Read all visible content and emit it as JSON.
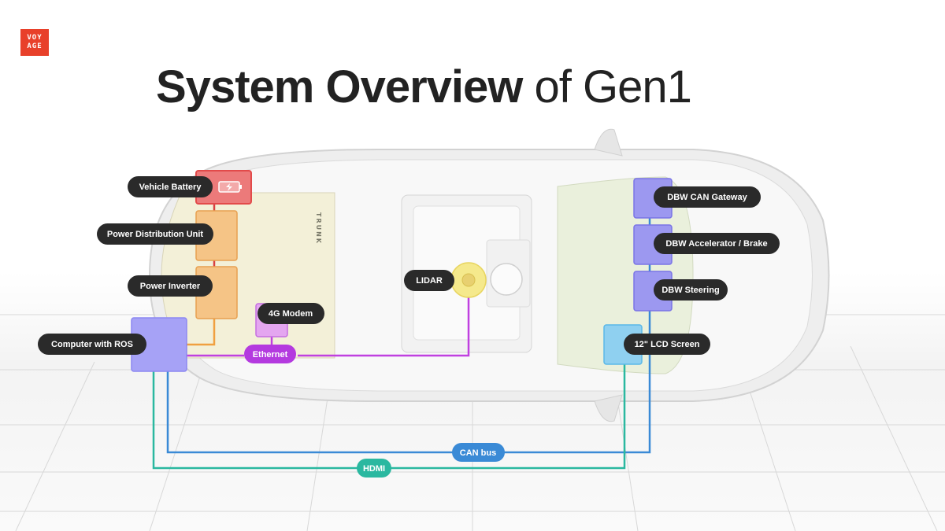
{
  "logo": {
    "line1": "VOY",
    "line2": "AGE"
  },
  "title": {
    "bold": "System Overview",
    "rest": " of Gen1"
  },
  "vehicle": {
    "trunk_label": "TRUNK"
  },
  "components": {
    "vehicle_battery": "Vehicle Battery",
    "power_distribution_unit": "Power Distribution Unit",
    "power_inverter": "Power Inverter",
    "computer_with_ros": "Computer with ROS",
    "modem_4g": "4G Modem",
    "lidar": "LIDAR",
    "dbw_can_gateway": "DBW CAN Gateway",
    "dbw_accelerator_brake": "DBW Accelerator / Brake",
    "dbw_steering": "DBW Steering",
    "lcd_screen": "12\" LCD Screen"
  },
  "connections": {
    "ethernet": "Ethernet",
    "can_bus": "CAN bus",
    "hdmi": "HDMI"
  },
  "colors": {
    "battery": "#e24a4a",
    "power": "#f0a040",
    "computer": "#8c87f2",
    "ethernet": "#c040e0",
    "can_bus": "#3a8ad6",
    "hdmi": "#2ab8a0",
    "lcd": "#5ab8e8",
    "lidar": "#f0e070"
  }
}
